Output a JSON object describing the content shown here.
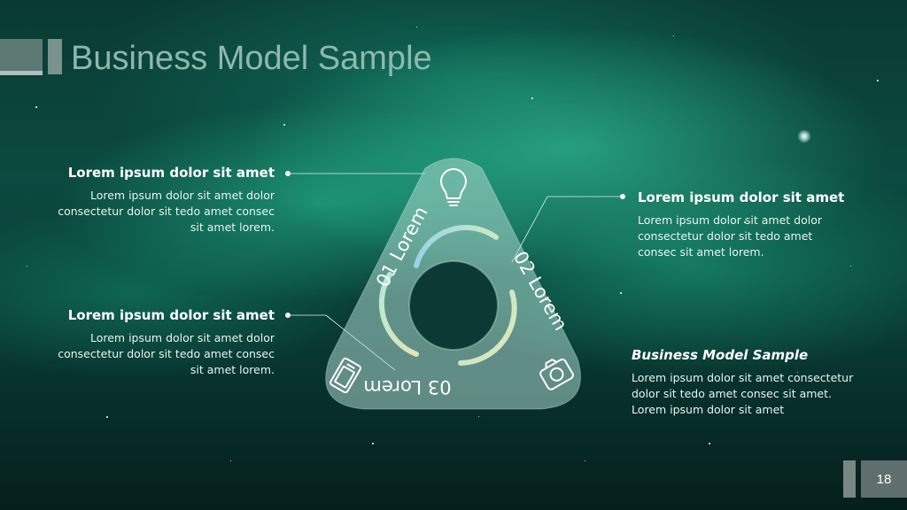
{
  "slide": {
    "title": "Business Model Sample",
    "page_number": "18"
  },
  "blocks": [
    {
      "heading": "Lorem ipsum dolor sit amet",
      "body": "Lorem ipsum dolor sit amet dolor consectetur dolor sit tedo amet consec sit amet lorem."
    },
    {
      "heading": "Lorem ipsum dolor sit amet",
      "body": "Lorem ipsum dolor sit amet dolor consectetur dolor sit tedo amet consec sit amet lorem."
    },
    {
      "heading": "Lorem ipsum dolor sit amet",
      "body": "Lorem ipsum dolor sit amet dolor consectetur dolor sit tedo amet consec sit amet lorem."
    },
    {
      "heading": "Business Model Sample",
      "body": "Lorem ipsum dolor sit amet consectetur dolor sit tedo amet consec sit amet. Lorem ipsum dolor sit amet"
    }
  ],
  "cycle": {
    "segments": [
      {
        "label": "01 Lorem",
        "icon": "lightbulb-icon"
      },
      {
        "label": "02 Lorem",
        "icon": "camera-icon"
      },
      {
        "label": "03 Lorem",
        "icon": "tablet-icon"
      }
    ]
  },
  "colors": {
    "accent": "#7fd3c0",
    "text": "#ffffff"
  }
}
